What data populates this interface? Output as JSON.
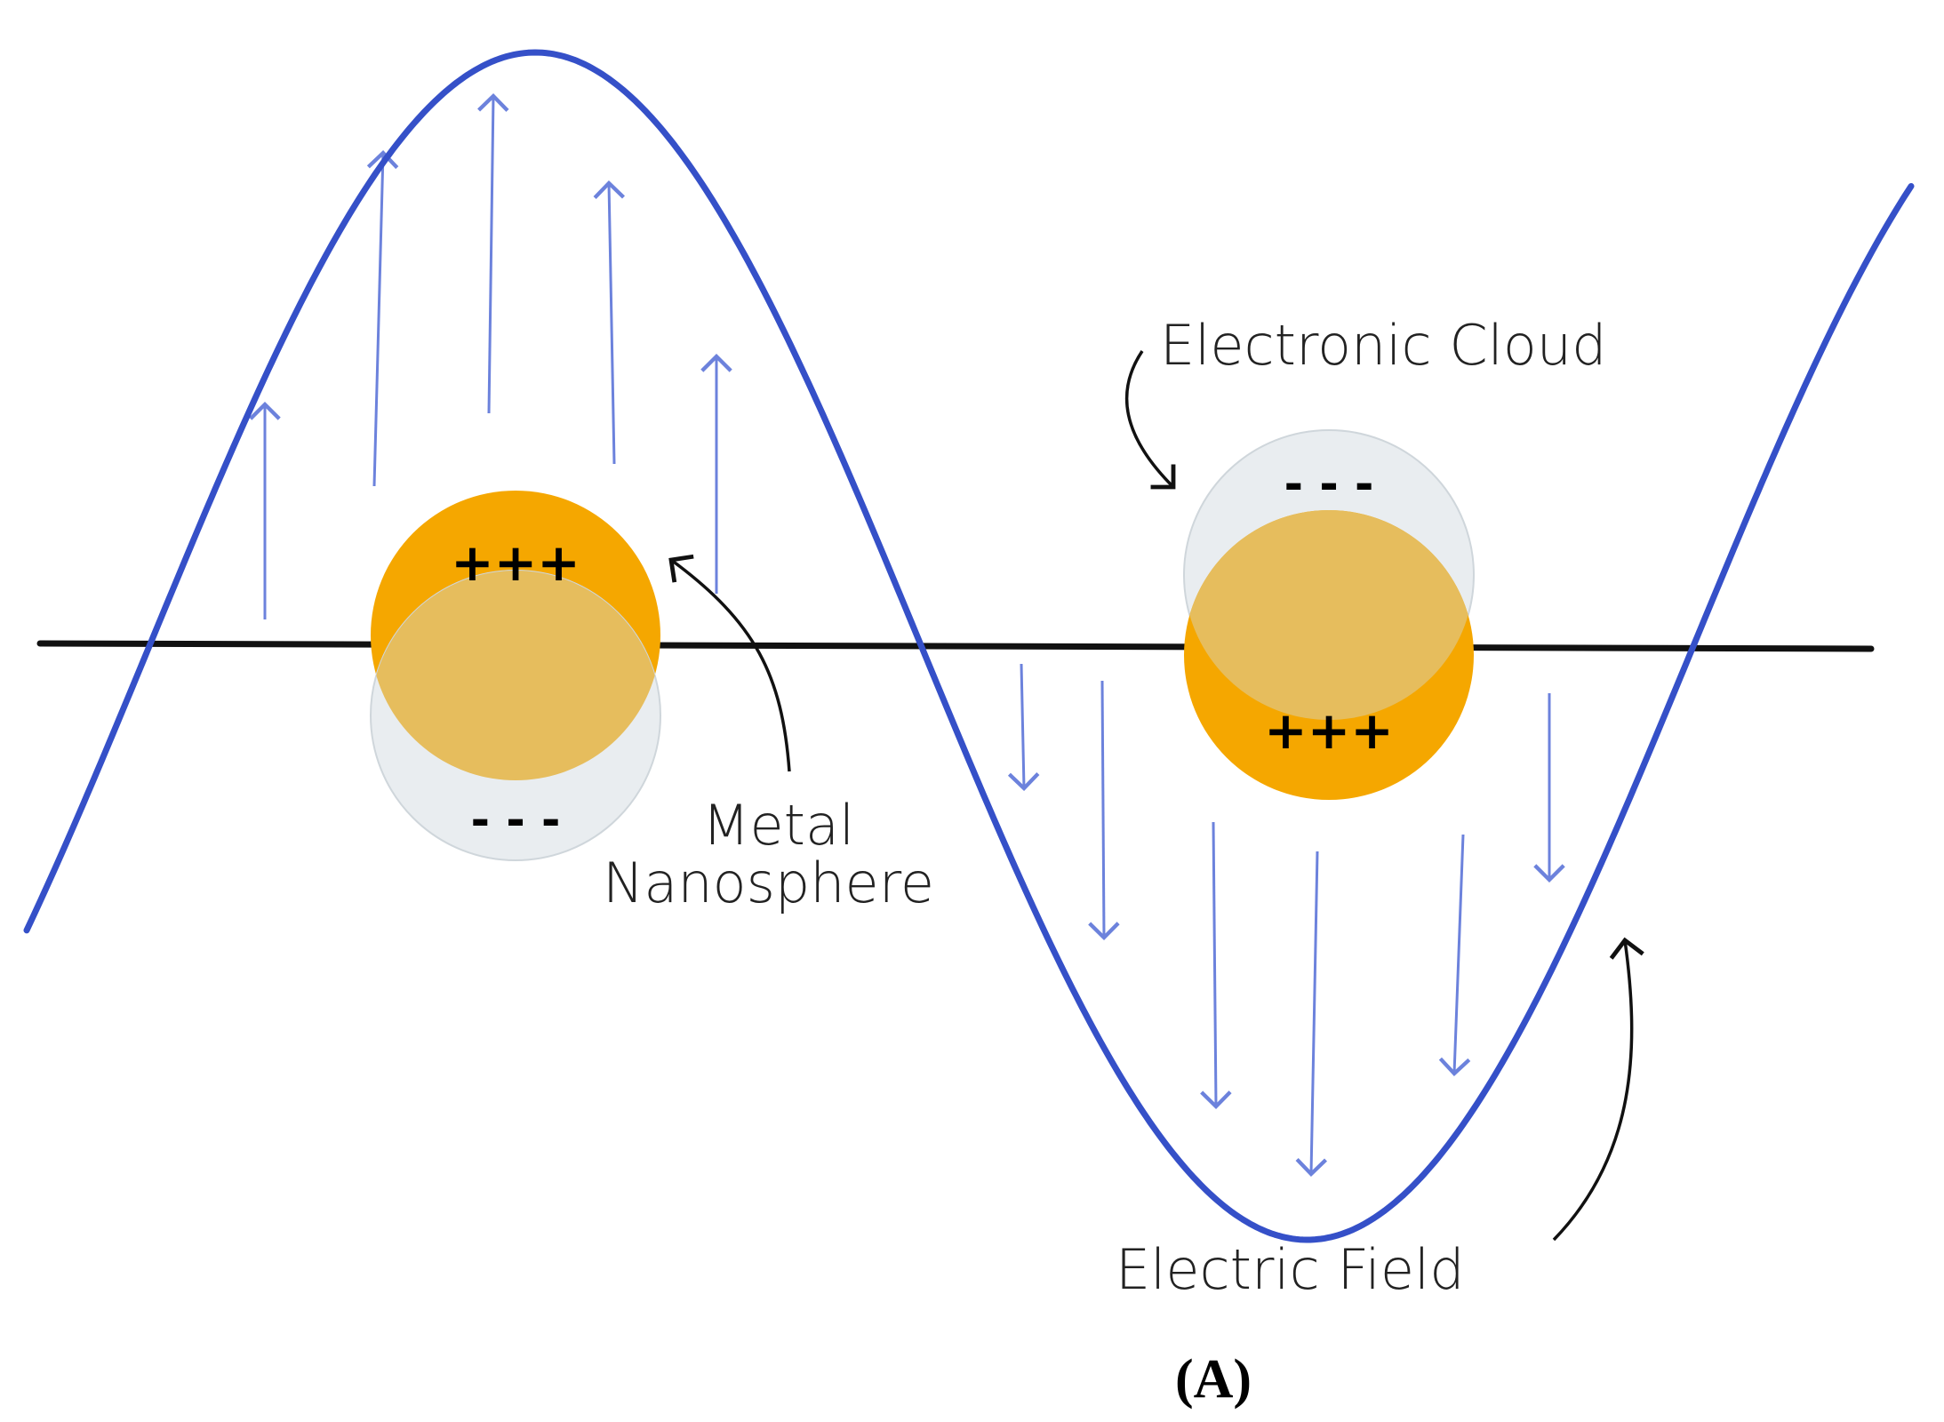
{
  "labels": {
    "electronic_cloud": "Electronic Cloud",
    "metal_line1": "Metal",
    "metal_line2": "Nanosphere",
    "electric_field": "Electric Field",
    "panel": "(A)"
  },
  "charges": {
    "left_positive": "+++",
    "left_negative": "- - -",
    "right_negative": "- - -",
    "right_positive": "+++"
  },
  "colors": {
    "wave": "#3550c8",
    "field_arrow": "#6c82dc",
    "axis": "#111111",
    "metal": "#f5a700",
    "cloud": "#e9edf0",
    "overlap": "#e6bd5d",
    "annotation": "#111111"
  },
  "icons": {
    "field_up": "arrow-up-icon",
    "field_down": "arrow-down-icon",
    "pointer": "curved-arrow-icon"
  }
}
